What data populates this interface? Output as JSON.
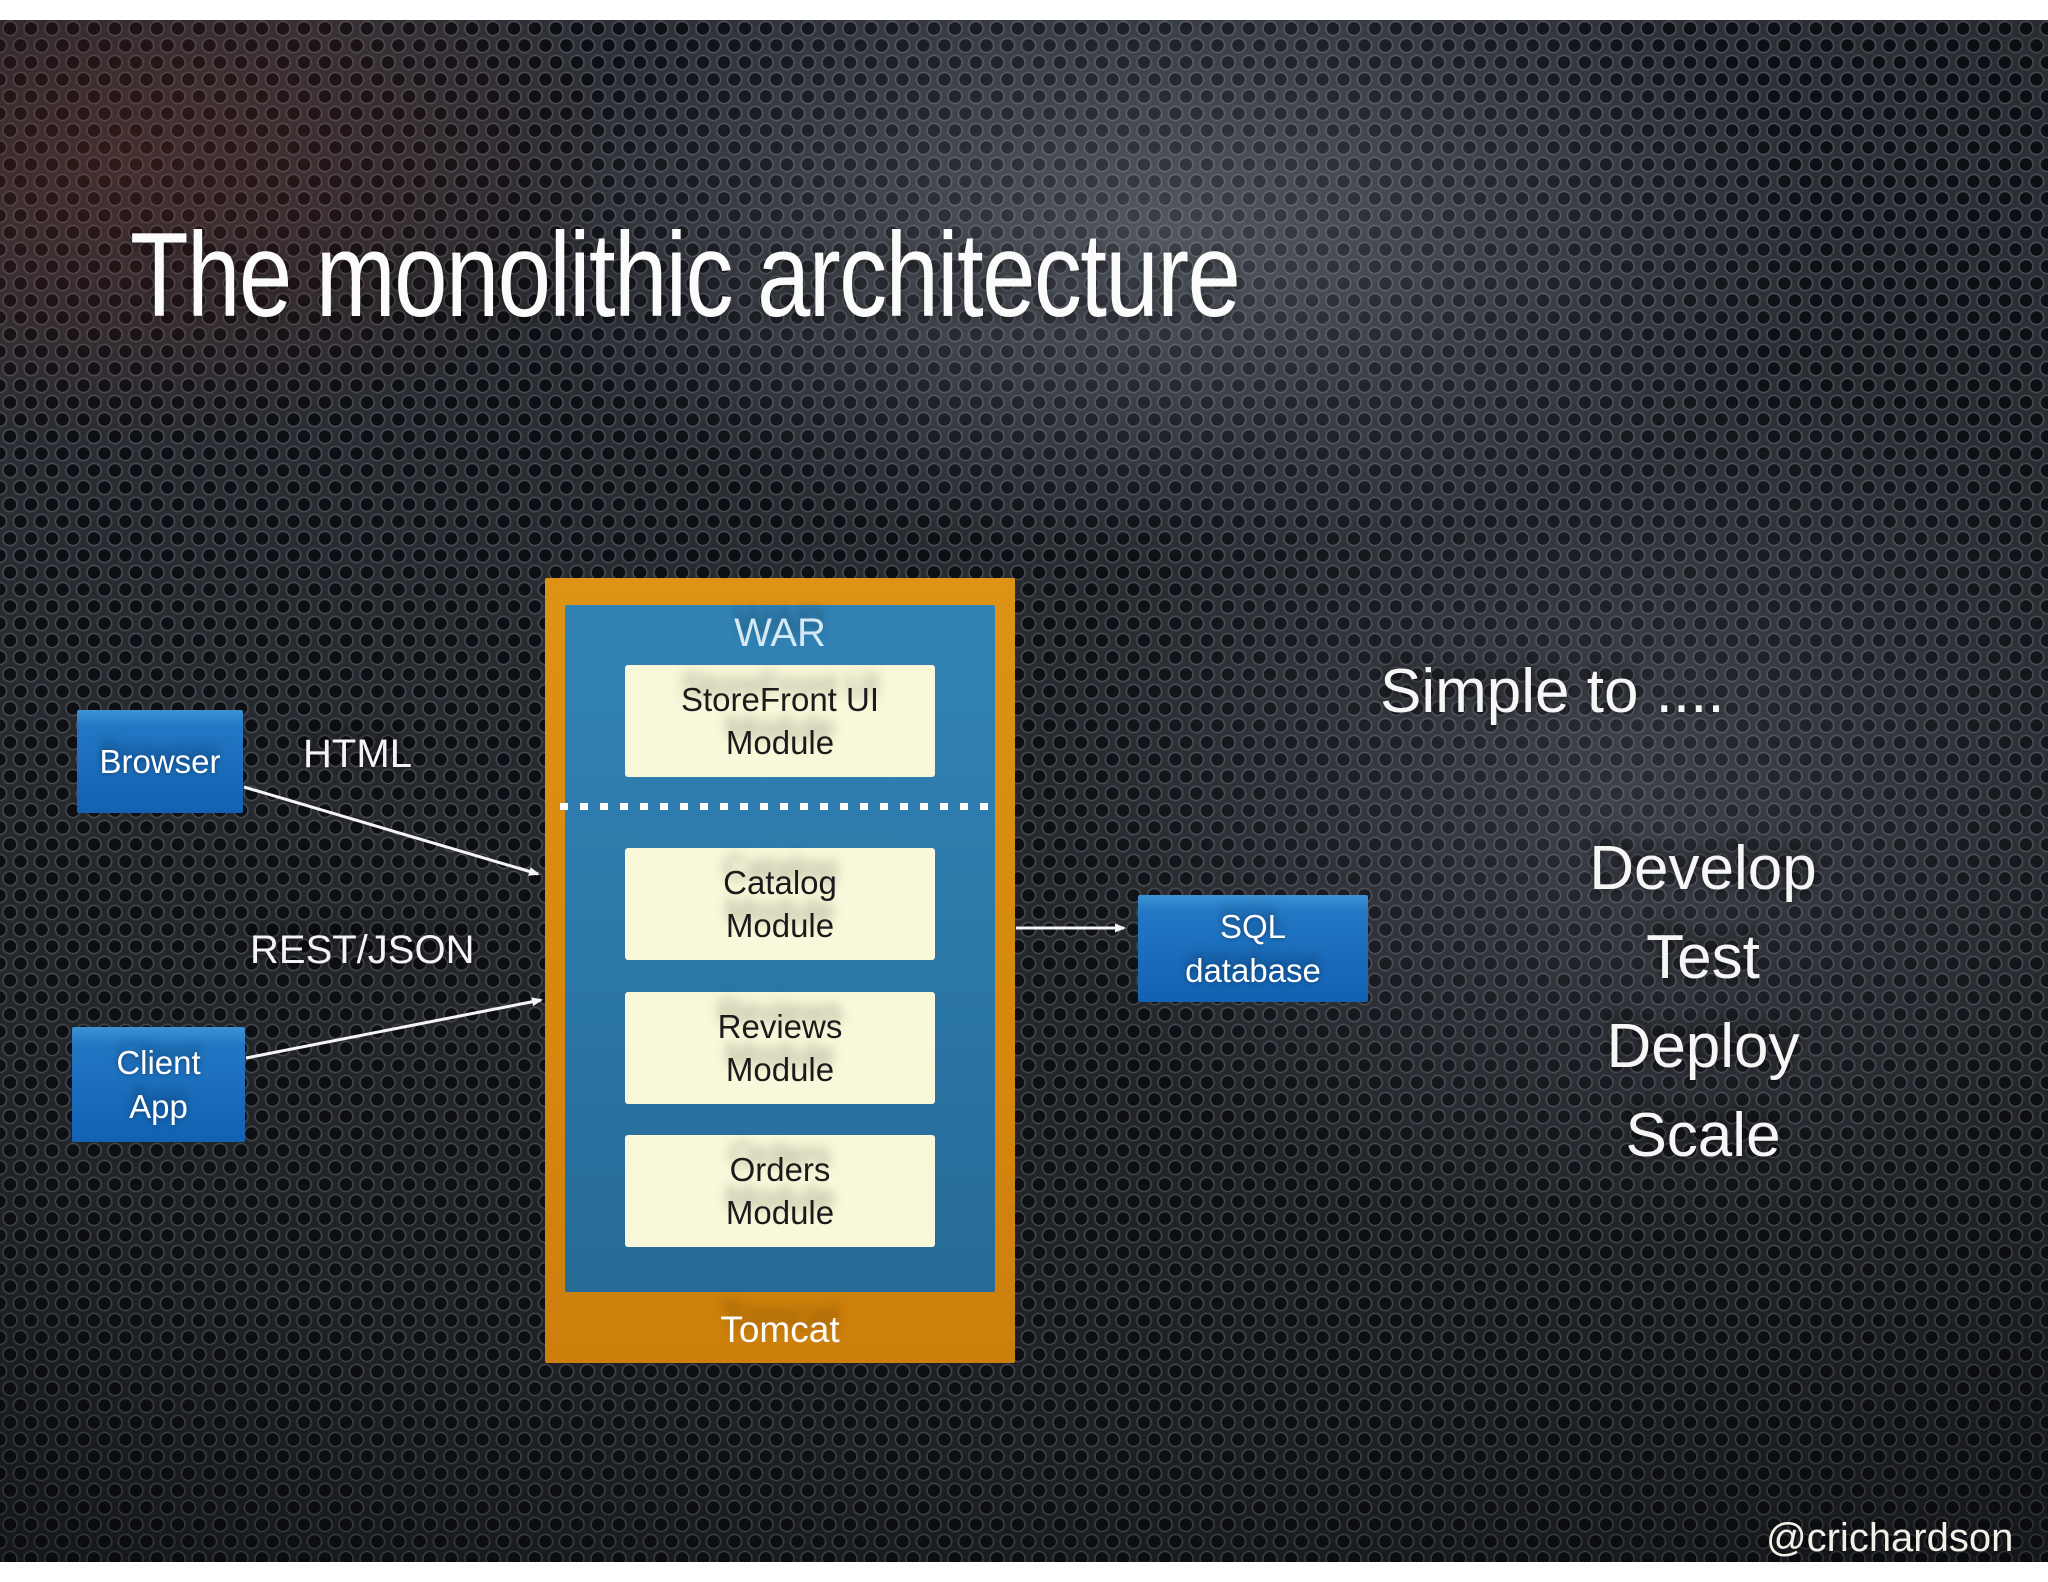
{
  "slide": {
    "title": "The monolithic architecture",
    "attribution": "@crichardson",
    "diagram": {
      "browser": {
        "label": "Browser",
        "protocol": "HTML"
      },
      "client_app": {
        "line1": "Client",
        "line2": "App",
        "protocol": "REST/JSON"
      },
      "tomcat_label": "Tomcat",
      "war": {
        "label": "WAR",
        "modules": [
          {
            "line1": "StoreFront UI",
            "line2": "Module"
          },
          {
            "line1": "Catalog",
            "line2": "Module"
          },
          {
            "line1": "Reviews",
            "line2": "Module"
          },
          {
            "line1": "Orders",
            "line2": "Module"
          }
        ]
      },
      "database": {
        "line1": "SQL",
        "line2": "database"
      }
    },
    "right_panel": {
      "heading": "Simple to ....",
      "items": [
        "Develop",
        "Test",
        "Deploy",
        "Scale"
      ]
    },
    "colors": {
      "tomcat_orange": "#D7890F",
      "war_blue": "#2B77A7",
      "module_cream": "#FAF8DA",
      "client_box_blue_top": "#3B93D4",
      "client_box_blue_bottom": "#1261B2",
      "arrow_white": "#F5F5F5",
      "module_text": "#1B1B1B",
      "text_white": "#FFFFFF"
    }
  }
}
